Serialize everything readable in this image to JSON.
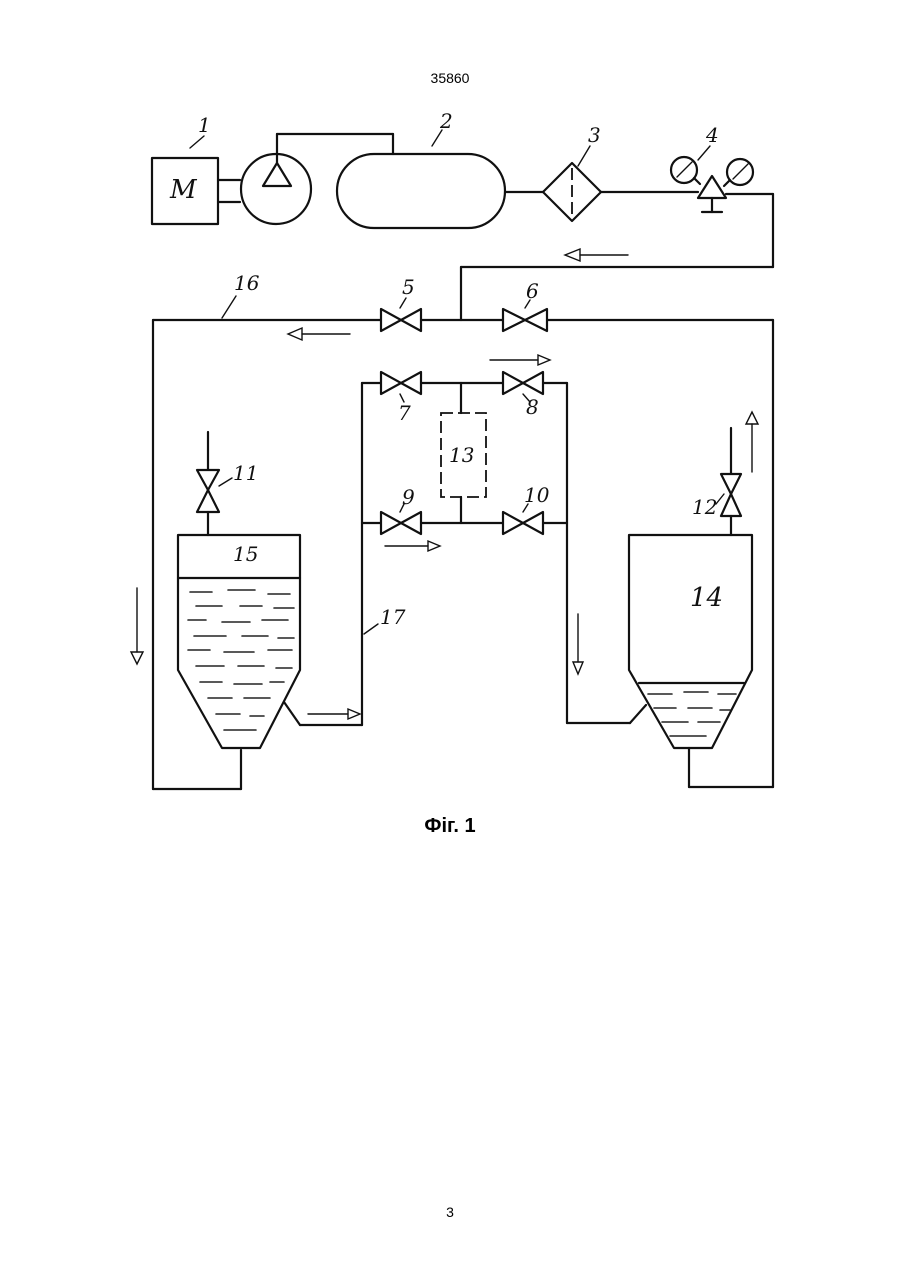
{
  "document": {
    "patent_number": "35860",
    "page_number": "3",
    "figure_caption": "Фіг. 1"
  },
  "diagram": {
    "motor_label": "М",
    "components": {
      "c1": "1",
      "c2": "2",
      "c3": "3",
      "c4": "4",
      "c5": "5",
      "c6": "6",
      "c7": "7",
      "c8": "8",
      "c9": "9",
      "c10": "10",
      "c11": "11",
      "c12": "12",
      "c13": "13",
      "c14": "14",
      "c15": "15",
      "c16": "16",
      "c17": "17"
    }
  }
}
